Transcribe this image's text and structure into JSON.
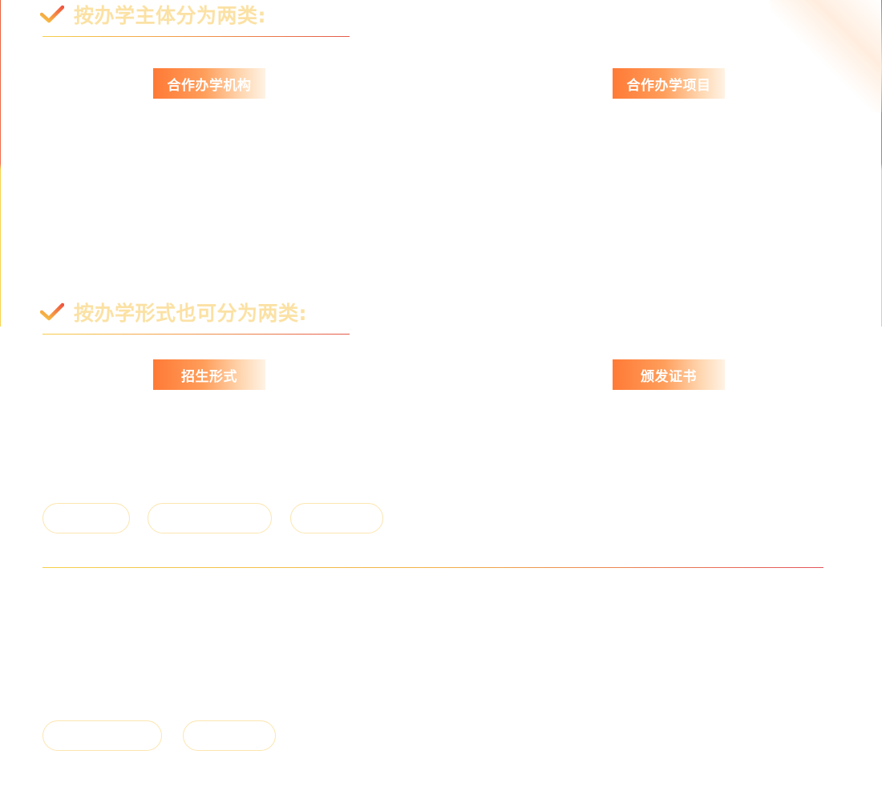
{
  "section1": {
    "heading": "按办学主体分为两类:",
    "tags": [
      "合作办学机构",
      "合作办学项目"
    ]
  },
  "section2": {
    "heading": "按办学形式也可分为两类:",
    "tags": [
      "招生形式",
      "颁发证书"
    ]
  },
  "icons": {
    "heading_icon": "checkmark-icon"
  },
  "colors": {
    "heading_text": "#fbe1a4",
    "tag_start": "#ff7a36",
    "accent_red": "#e45a4a",
    "accent_yellow": "#f6cf4c"
  }
}
